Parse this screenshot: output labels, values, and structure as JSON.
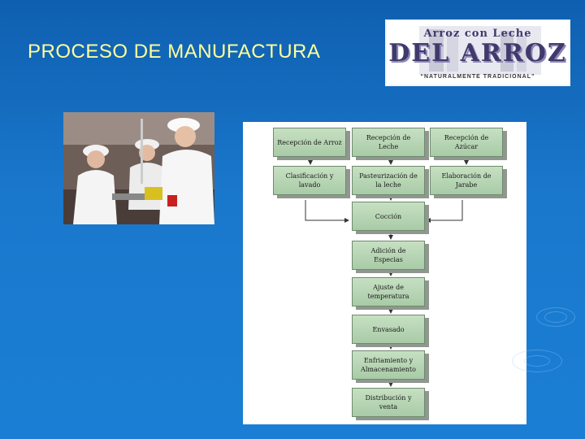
{
  "slide": {
    "title": "PROCESO DE MANUFACTURA"
  },
  "logo": {
    "line1": "Arroz con Leche",
    "line2": "DEL ARROZ",
    "line3": "“NATURALMENTE TRADICIONAL”"
  },
  "colors": {
    "background": "#1a78cc",
    "title": "#ffff99",
    "box_fill": "#b5d6b2",
    "box_border": "#6f8a6f",
    "arrow": "#333333"
  },
  "flowchart": {
    "col_left": [
      "Recepción de Arroz",
      "Clasificación y lavado"
    ],
    "col_middle": [
      "Recepción de Leche",
      "Pasteurización de la leche"
    ],
    "col_right": [
      "Recepción de Azúcar",
      "Elaboración de Jarabe"
    ],
    "main_sequence": [
      "Cocción",
      "Adición de Especias",
      "Ajuste de temperatura",
      "Envasado",
      "Enfriamiento y Almacenamiento",
      "Distribución y venta"
    ]
  }
}
